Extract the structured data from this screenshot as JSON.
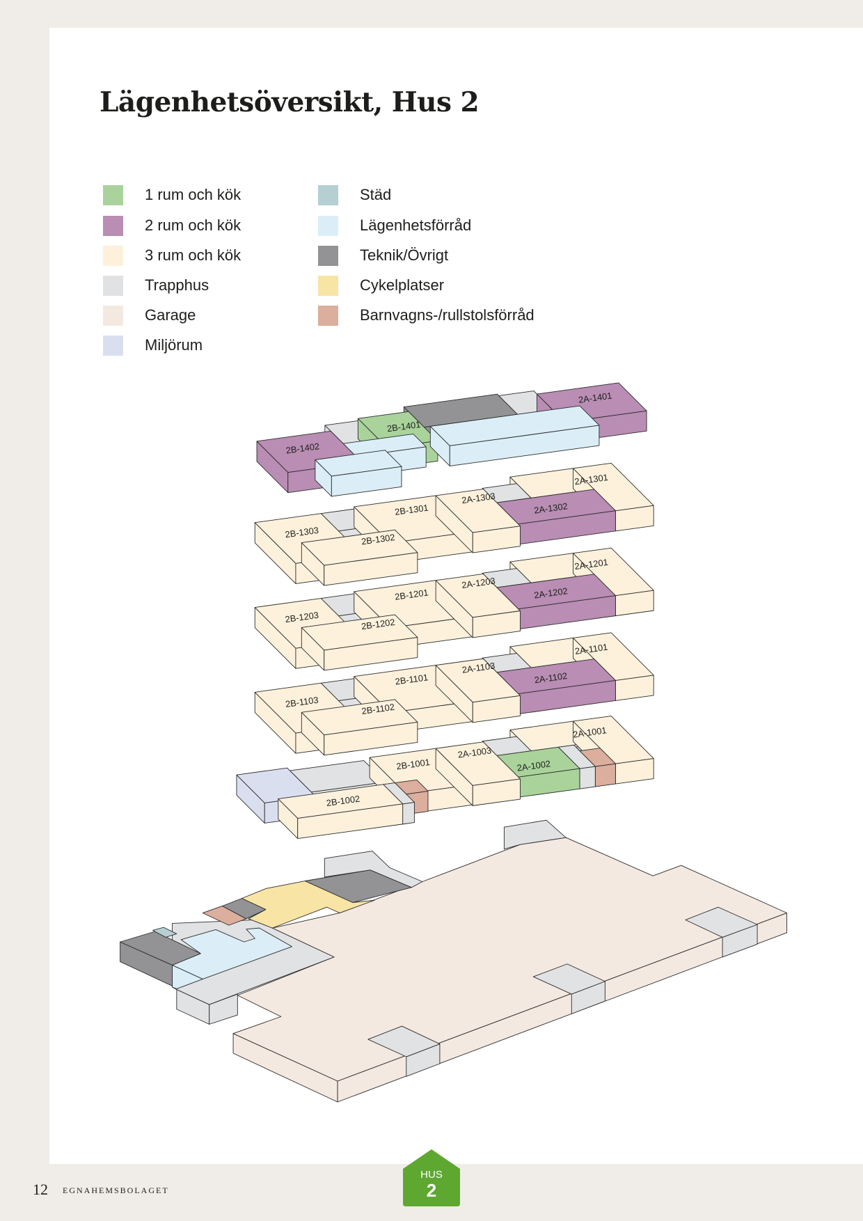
{
  "title": "Lägenhetsöversikt, Hus 2",
  "legend": [
    {
      "label": "1 rum och kök",
      "color": "#a9d39b"
    },
    {
      "label": "2 rum och kök",
      "color": "#b98db4"
    },
    {
      "label": "3 rum och kök",
      "color": "#fdf1dc"
    },
    {
      "label": "Trapphus",
      "color": "#e1e2e3"
    },
    {
      "label": "Garage",
      "color": "#f4e9e1"
    },
    {
      "label": "Miljörum",
      "color": "#dadff0"
    },
    {
      "label": "Städ",
      "color": "#b6cfd3"
    },
    {
      "label": "Lägenhetsförråd",
      "color": "#dbeef8"
    },
    {
      "label": "Teknik/Övrigt",
      "color": "#939396"
    },
    {
      "label": "Cykelplatser",
      "color": "#f8e4a5"
    },
    {
      "label": "Barnvagns-/rullstolsförråd",
      "color": "#dcae9d"
    }
  ],
  "floors": {
    "f14": [
      "2B-1402",
      "2B-1401",
      "2A-1401"
    ],
    "f13": [
      "2B-1303",
      "2B-1301",
      "2B-1302",
      "2A-1303",
      "2A-1302",
      "2A-1301"
    ],
    "f12": [
      "2B-1203",
      "2B-1201",
      "2B-1202",
      "2A-1203",
      "2A-1202",
      "2A-1201"
    ],
    "f11": [
      "2B-1103",
      "2B-1101",
      "2B-1102",
      "2A-1103",
      "2A-1102",
      "2A-1101"
    ],
    "f10": [
      "2B-1002",
      "2B-1001",
      "2A-1003",
      "2A-1002",
      "2A-1001"
    ]
  },
  "footer": {
    "page_number": "12",
    "brand": "EGNAHEMSBOLAGET",
    "badge_label": "HUS",
    "badge_number": "2",
    "badge_color": "#5ea832"
  }
}
